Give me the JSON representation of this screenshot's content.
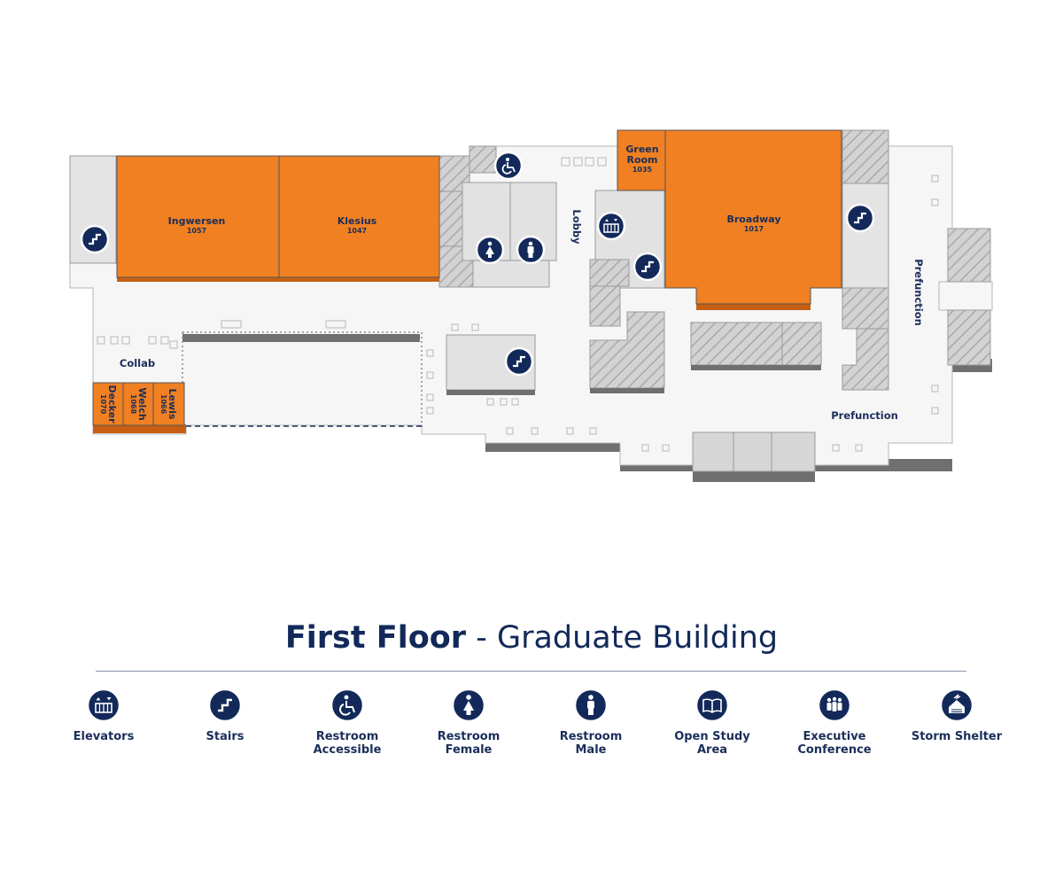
{
  "title": {
    "bold": "First Floor",
    "rest": " - Graduate Building"
  },
  "rooms": {
    "ingwersen": {
      "name": "Ingwersen",
      "number": "1057"
    },
    "klesius": {
      "name": "Klesius",
      "number": "1047"
    },
    "broadway": {
      "name": "Broadway",
      "number": "1017"
    },
    "green_room": {
      "name_line1": "Green",
      "name_line2": "Room",
      "number": "1035"
    },
    "decker": {
      "name": "Decker",
      "number": "1070"
    },
    "welch": {
      "name": "Welch",
      "number": "1068"
    },
    "lewis": {
      "name": "Lewis",
      "number": "1066"
    }
  },
  "areas": {
    "lobby": "Lobby",
    "collab": "Collab",
    "prefunction_bottom": "Prefunction",
    "prefunction_right": "Prefunction"
  },
  "colors": {
    "room": "#f08022",
    "room_shadow": "#c75f12",
    "floor": "#f6f6f6",
    "wall_gray": "#cfcfcf",
    "icon_navy": "#12295a"
  },
  "legend": [
    {
      "icon": "elevator-icon",
      "line1": "Elevators",
      "line2": ""
    },
    {
      "icon": "stairs-icon",
      "line1": "Stairs",
      "line2": ""
    },
    {
      "icon": "accessible-restroom-icon",
      "line1": "Restroom",
      "line2": "Accessible"
    },
    {
      "icon": "female-restroom-icon",
      "line1": "Restroom",
      "line2": "Female"
    },
    {
      "icon": "male-restroom-icon",
      "line1": "Restroom",
      "line2": "Male"
    },
    {
      "icon": "open-study-area-icon",
      "line1": "Open Study",
      "line2": "Area"
    },
    {
      "icon": "executive-conference-icon",
      "line1": "Executive",
      "line2": "Conference"
    },
    {
      "icon": "storm-shelter-icon",
      "line1": "Storm Shelter",
      "line2": ""
    }
  ]
}
